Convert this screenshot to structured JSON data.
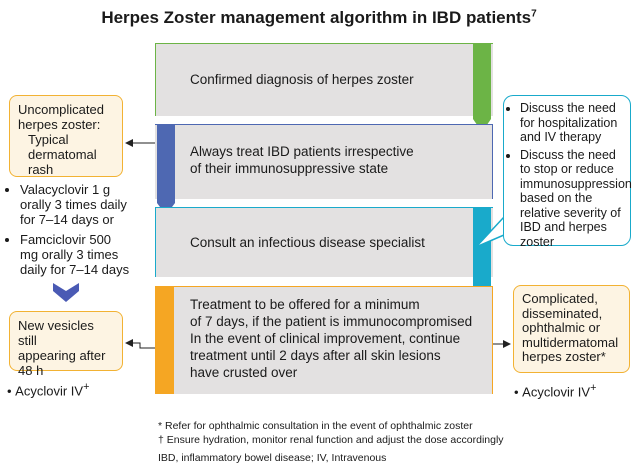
{
  "title": {
    "text": "Herpes Zoster management algorithm in IBD patients",
    "ref": "7"
  },
  "main_steps": [
    {
      "text": "Confirmed diagnosis of herpes zoster"
    },
    {
      "line1": "Always treat IBD patients irrespective",
      "line2": "of their immunosuppressive state"
    },
    {
      "text": "Consult an infectious disease specialist"
    },
    {
      "lines": [
        "Treatment to be offered for a minimum",
        "of 7 days, if the patient is immunocompromised",
        "In the event of clinical improvement, continue",
        "treatment until 2 days after all skin lesions",
        "have crusted over"
      ]
    }
  ],
  "left_box": {
    "line1": "Uncomplicated",
    "line2": "herpes zoster:",
    "line3": "Typical",
    "line4": "dermatomal rash"
  },
  "left_bullets": [
    "Valacyclovir 1 g orally 3 times daily for 7–14 days or",
    "Famciclovir 500 mg orally 3 times daily for 7–14 days"
  ],
  "left_box2": {
    "line1": "New vesicles still",
    "line2": "appearing after",
    "line3": "48 h"
  },
  "left_drug": {
    "text": "Acyclovir IV",
    "mark": "+"
  },
  "bubble_bullets": [
    "Discuss the need for hospitalization and IV therapy",
    "Discuss the need to stop or reduce immunosuppression based on the relative severity of IBD and herpes zoster"
  ],
  "right_box": {
    "lines": [
      "Complicated,",
      "disseminated,",
      "ophthalmic or",
      "multidermatomal",
      "herpes zoster*"
    ]
  },
  "right_drug": {
    "text": "Acyclovir IV",
    "mark": "+"
  },
  "footnotes": [
    "* Refer for ophthalmic consultation in the event of ophthalmic zoster",
    "† Ensure hydration, monitor renal function and adjust the dose accordingly",
    "IBD, inflammatory bowel disease; IV, Intravenous"
  ],
  "colors": {
    "green": "#6cb446",
    "blue": "#4e68b2",
    "cyan": "#19aacb",
    "orange": "#f5a623",
    "box": "#e3e1e1"
  }
}
